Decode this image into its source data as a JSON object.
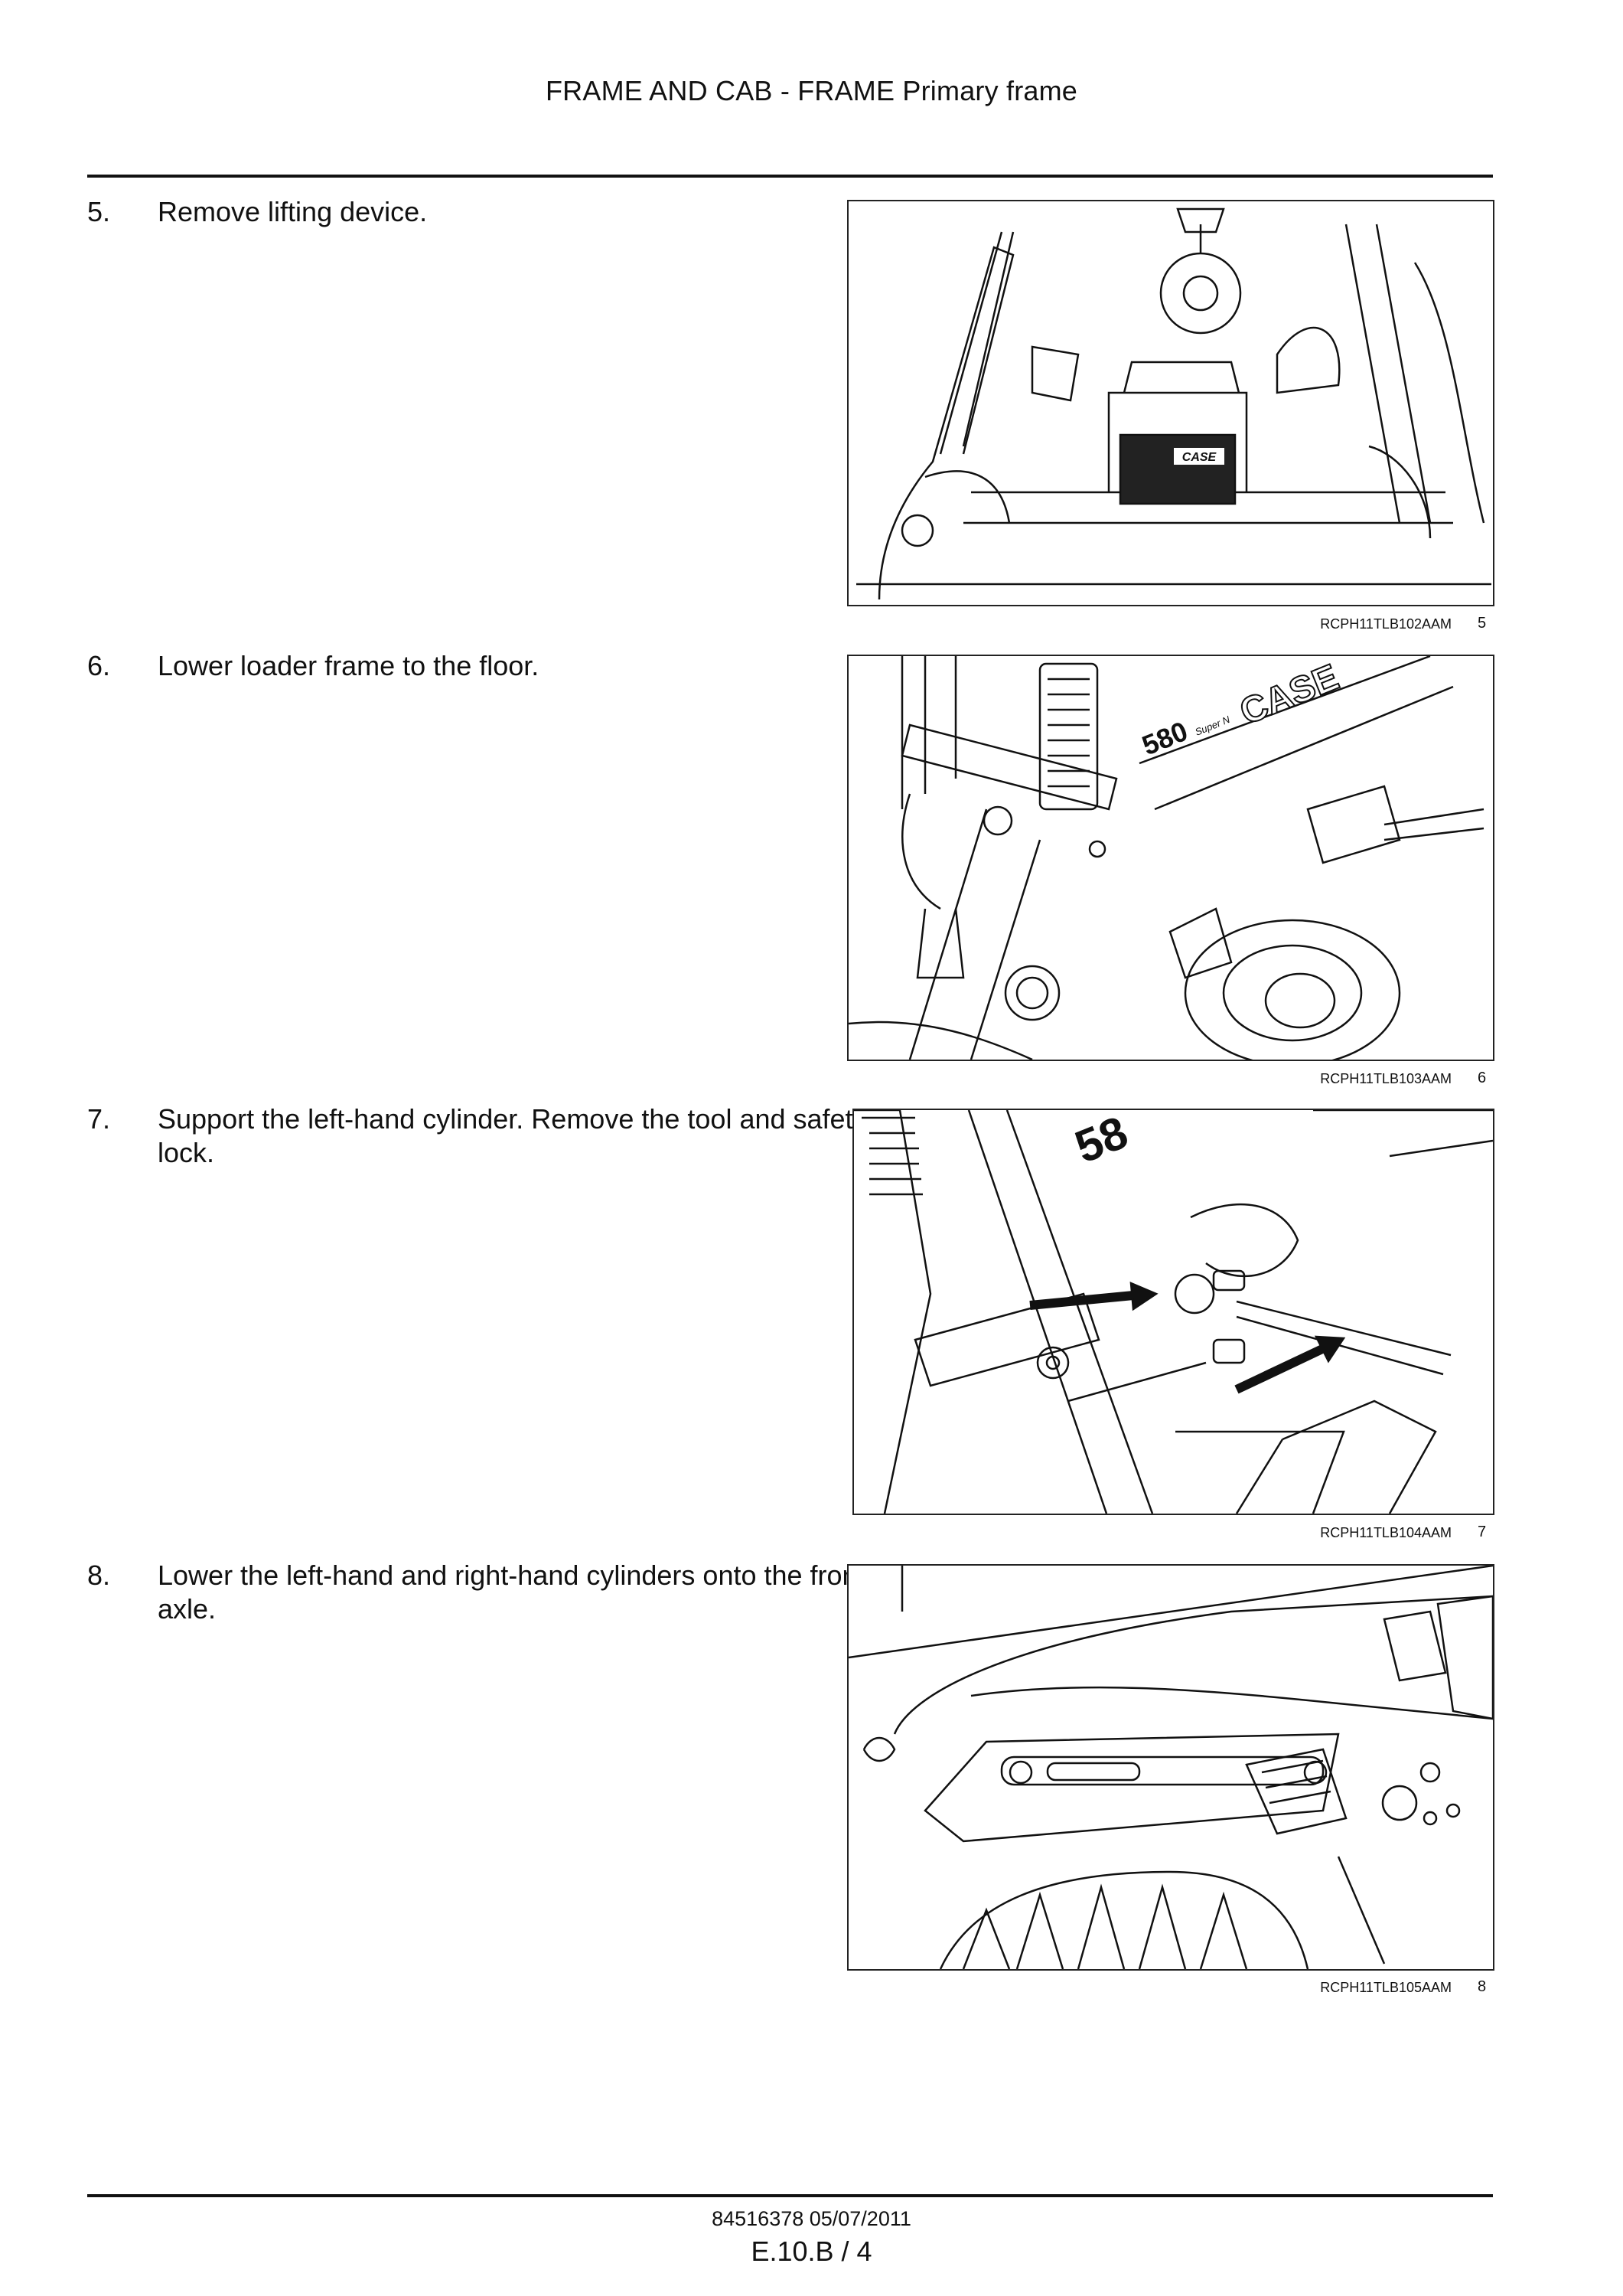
{
  "header": {
    "title": "FRAME AND CAB - FRAME Primary frame"
  },
  "steps": [
    {
      "number": "5.",
      "text": "Remove lifting device.",
      "figure_id": "RCPH11TLB102AAM",
      "figure_number": "5"
    },
    {
      "number": "6.",
      "text": "Lower loader frame to the floor.",
      "figure_id": "RCPH11TLB103AAM",
      "figure_number": "6"
    },
    {
      "number": "7.",
      "text": "Support the left-hand cylinder. Remove the tool and safety lock.",
      "figure_id": "RCPH11TLB104AAM",
      "figure_number": "7"
    },
    {
      "number": "8.",
      "text": "Lower the left-hand and right-hand cylinders onto the front axle.",
      "figure_id": "RCPH11TLB105AAM",
      "figure_number": "8"
    }
  ],
  "illustration_labels": {
    "fig5_brand": "CASE",
    "fig6_model": "580",
    "fig6_model_suffix": "Super N",
    "fig6_brand": "CASE",
    "fig7_model": "58"
  },
  "footer": {
    "code": "84516378 05/07/2011",
    "page": "E.10.B / 4"
  }
}
